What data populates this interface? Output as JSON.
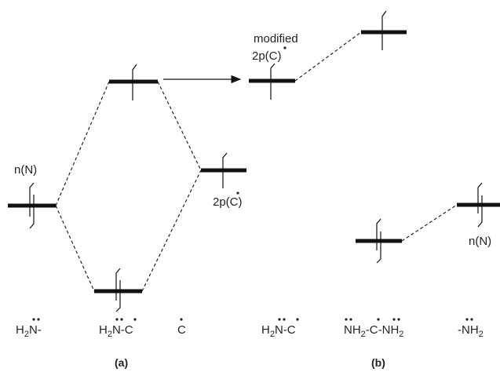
{
  "labels": {
    "n_left": "n(N)",
    "c_2p": "2p(C)",
    "modified_1": "modified",
    "modified_2": "2p(C)",
    "n_right": "n(N)"
  },
  "bottom": {
    "h2n": {
      "h": "H",
      "sub": "2",
      "rest": "N-"
    },
    "h2nc": {
      "h": "H",
      "sub": "2",
      "rest": "N-C"
    },
    "c": "C",
    "h2nc_b": {
      "h": "H",
      "sub": "2",
      "rest": "N-C"
    },
    "nh2cnh2": {
      "a": "NH",
      "sub1": "2",
      "b": "-C-NH",
      "sub2": "2"
    },
    "nh2_right": {
      "a": "-NH",
      "sub": "2"
    }
  },
  "panels": {
    "a": "(a)",
    "b": "(b)"
  }
}
